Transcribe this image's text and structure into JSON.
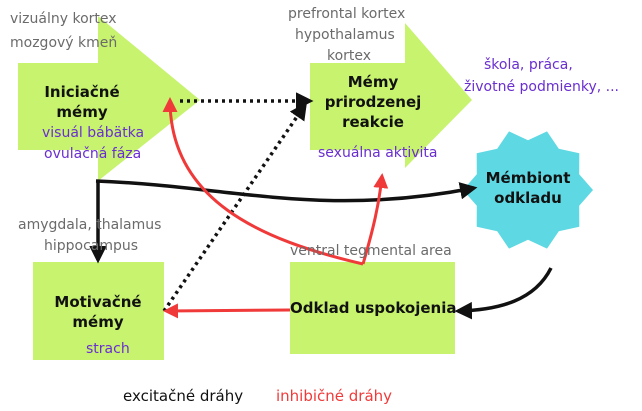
{
  "nodes": {
    "initiation": {
      "title_line1": "Iniciačné",
      "title_line2": "mémy",
      "color": "#c7f36f"
    },
    "natural": {
      "title_line1": "Mémy",
      "title_line2": "prirodzenej",
      "title_line3": "reakcie",
      "color": "#c7f36f"
    },
    "membiont": {
      "title_line1": "Mémbiont",
      "title_line2": "odkladu",
      "color": "#5ed8e2"
    },
    "motivation": {
      "title_line1": "Motivačné",
      "title_line2": "mémy",
      "color": "#c7f36f"
    },
    "delay": {
      "title": "Odklad uspokojenia",
      "color": "#c7f36f"
    }
  },
  "labels": {
    "initiation_brain_1": "vizuálny kortex",
    "initiation_brain_2": "mozgový kmeň",
    "initiation_triggers_1": "visuál bábätka",
    "initiation_triggers_2": "ovulačná fáza",
    "natural_brain_1": "prefrontal kortex",
    "natural_brain_2": "hypothalamus",
    "natural_brain_3": "kortex",
    "natural_trigger": "sexuálna aktivita",
    "environment_1": "škola, práca,",
    "environment_2": "životné podmienky, ...",
    "motivation_brain_1": "amygdala, thalamus",
    "motivation_brain_2": "hippocampus",
    "motivation_trigger": "strach",
    "delay_brain": "ventral tegmental area"
  },
  "legend": {
    "excitatory": "excitačné dráhy",
    "inhibitory": "inhibičné dráhy"
  },
  "colors": {
    "excitatory": "#111111",
    "inhibitory": "#f03a3a",
    "gray_text": "#6b6b6b",
    "purple_text": "#6a2fd0",
    "green_node": "#c7f36f",
    "cyan_node": "#5ed8e2"
  }
}
